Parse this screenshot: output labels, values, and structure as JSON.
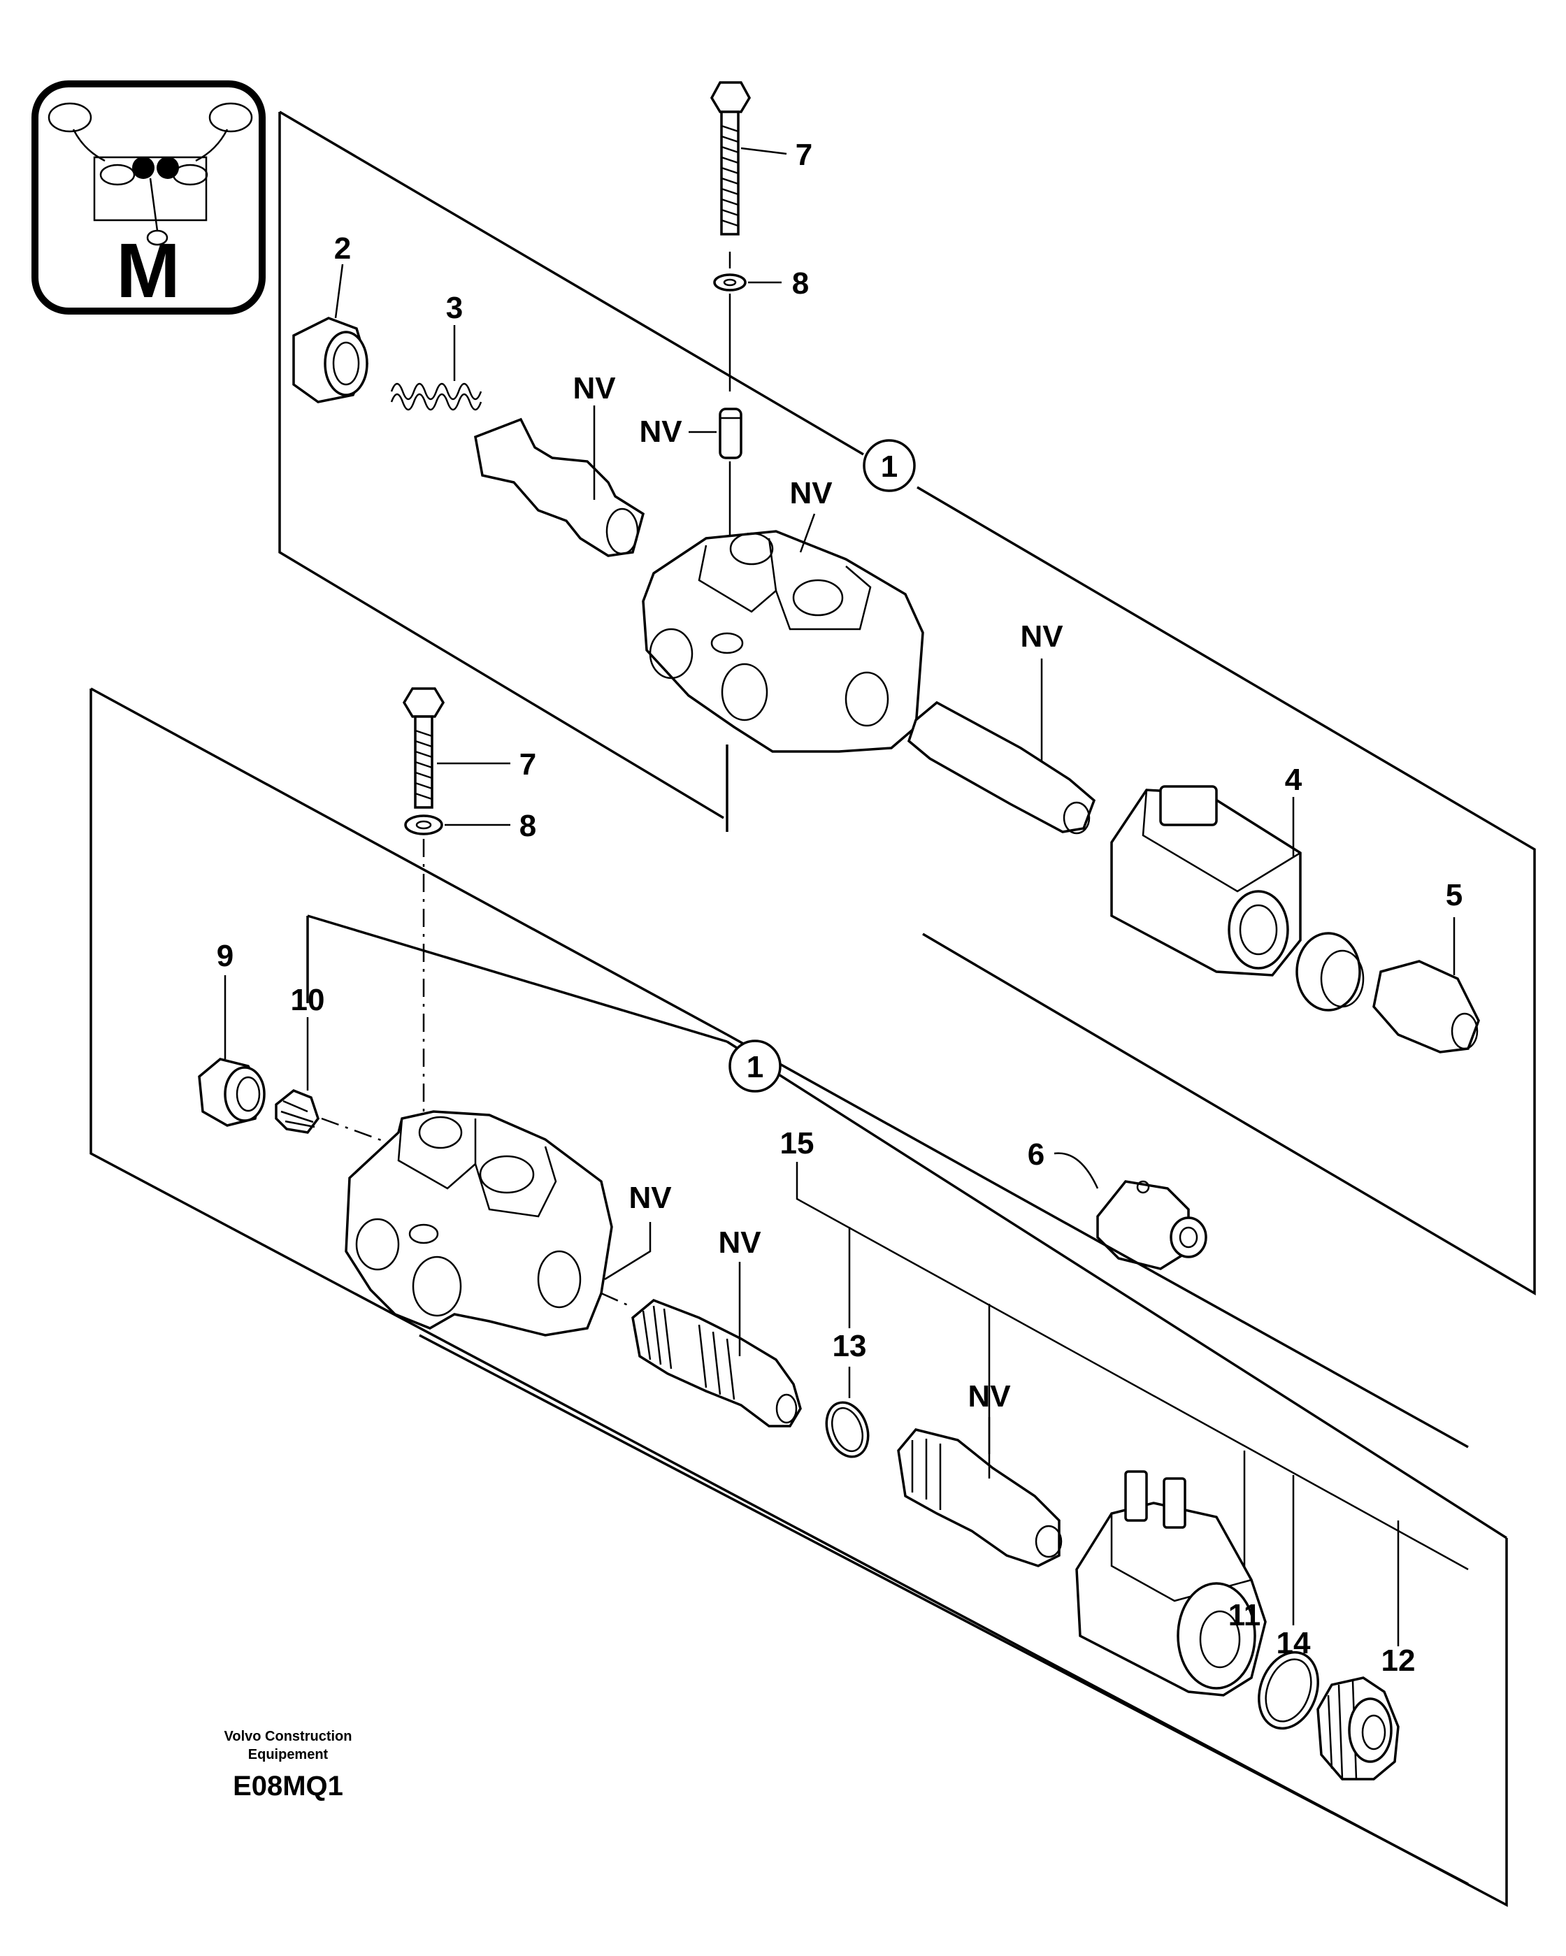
{
  "drawing": {
    "code": "E08MQ1",
    "publisher_line1": "Volvo Construction",
    "publisher_line2": "Equipement",
    "view_badge": "M"
  },
  "upper_assembly": {
    "ref_circle": "1",
    "labels": {
      "bolt": "7",
      "washer": "8",
      "plug": "2",
      "spring": "3",
      "spool": "NV",
      "pin": "NV",
      "valve_body": "NV",
      "armature_tube": "NV",
      "coil": "4",
      "connector_cap": "5",
      "connector": "6"
    }
  },
  "lower_assembly": {
    "ref_circle": "1",
    "labels": {
      "bolt": "7",
      "washer": "8",
      "plug": "9",
      "insert": "10",
      "valve_body": "NV",
      "cartridge": "NV",
      "kit": "15",
      "o_ring": "13",
      "armature_tube": "NV",
      "coil": "11",
      "seal": "14",
      "nut": "12"
    }
  }
}
